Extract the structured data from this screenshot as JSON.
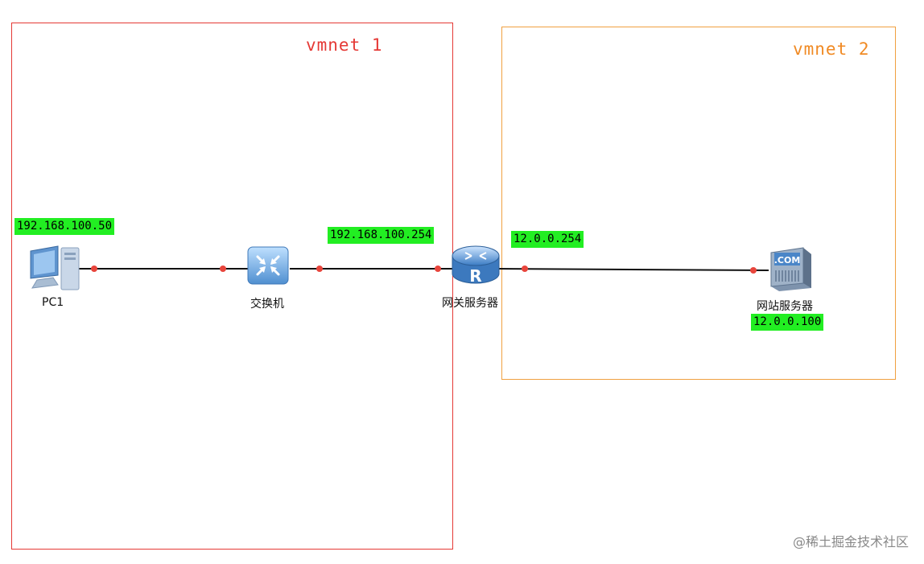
{
  "zones": [
    {
      "title": "vmnet 1",
      "color": "#e53935"
    },
    {
      "title": "vmnet 2",
      "color": "#f08a24"
    }
  ],
  "nodes": {
    "pc1": {
      "label": "PC1",
      "ip": "192.168.100.50",
      "icon": "desktop-pc-icon"
    },
    "switch": {
      "label": "交换机",
      "icon": "switch-icon"
    },
    "gateway": {
      "label": "网关服务器",
      "ip_lan": "192.168.100.254",
      "ip_wan": "12.0.0.254",
      "icon": "router-icon",
      "icon_letter": "R"
    },
    "web": {
      "label": "网站服务器",
      "ip": "12.0.0.100",
      "icon": "web-server-icon",
      "icon_text": ".COM"
    }
  },
  "colors": {
    "ip_highlight": "#22ee22",
    "link_line": "#111111",
    "port_dot": "#e8453c"
  },
  "watermark": "@稀土掘金技术社区"
}
